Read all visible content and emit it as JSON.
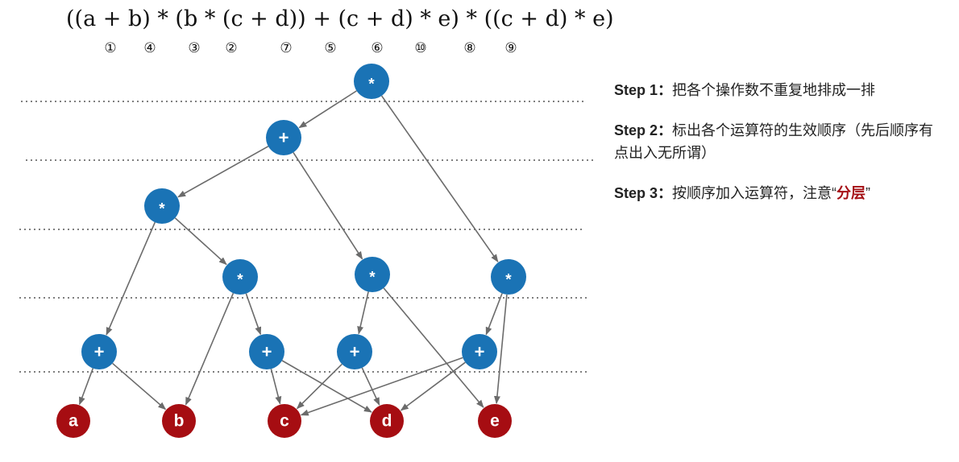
{
  "expression": {
    "text": "((a + b) * (b * (c + d)) + (c + d) * e) * ((c + d) * e)"
  },
  "order_numbers": [
    "①",
    "④",
    "③",
    "②",
    "⑦",
    "⑤",
    "⑥",
    "⑩",
    "⑧",
    "⑨"
  ],
  "steps": [
    {
      "label": "Step 1：",
      "text": "把各个操作数不重复地排成一排",
      "highlight": "",
      "suffix": ""
    },
    {
      "label": "Step 2：",
      "text": "标出各个运算符的生效顺序（先后顺序有点出入无所谓）",
      "highlight": "",
      "suffix": ""
    },
    {
      "label": "Step 3：",
      "text": "按顺序加入运算符，注意“",
      "highlight": "分层",
      "suffix": "”"
    }
  ],
  "graph": {
    "nodes": [
      {
        "id": "root",
        "label": "*",
        "kind": "operator"
      },
      {
        "id": "plus_top",
        "label": "+",
        "kind": "operator"
      },
      {
        "id": "mul_left",
        "label": "*",
        "kind": "operator"
      },
      {
        "id": "mul_mid",
        "label": "*",
        "kind": "operator"
      },
      {
        "id": "mul_cd_e",
        "label": "*",
        "kind": "operator"
      },
      {
        "id": "mul_right",
        "label": "*",
        "kind": "operator"
      },
      {
        "id": "plus_ab",
        "label": "+",
        "kind": "operator"
      },
      {
        "id": "plus_cd1",
        "label": "+",
        "kind": "operator"
      },
      {
        "id": "plus_cd2",
        "label": "+",
        "kind": "operator"
      },
      {
        "id": "plus_cd3",
        "label": "+",
        "kind": "operator"
      },
      {
        "id": "a",
        "label": "a",
        "kind": "operand"
      },
      {
        "id": "b",
        "label": "b",
        "kind": "operand"
      },
      {
        "id": "c",
        "label": "c",
        "kind": "operand"
      },
      {
        "id": "d",
        "label": "d",
        "kind": "operand"
      },
      {
        "id": "e",
        "label": "e",
        "kind": "operand"
      }
    ],
    "edges": [
      [
        "root",
        "plus_top"
      ],
      [
        "root",
        "mul_right"
      ],
      [
        "plus_top",
        "mul_left"
      ],
      [
        "plus_top",
        "mul_cd_e"
      ],
      [
        "mul_left",
        "plus_ab"
      ],
      [
        "mul_left",
        "mul_mid"
      ],
      [
        "mul_mid",
        "b"
      ],
      [
        "mul_mid",
        "plus_cd1"
      ],
      [
        "mul_cd_e",
        "plus_cd2"
      ],
      [
        "mul_cd_e",
        "e"
      ],
      [
        "mul_right",
        "plus_cd3"
      ],
      [
        "mul_right",
        "e"
      ],
      [
        "plus_ab",
        "a"
      ],
      [
        "plus_ab",
        "b"
      ],
      [
        "plus_cd1",
        "c"
      ],
      [
        "plus_cd1",
        "d"
      ],
      [
        "plus_cd2",
        "c"
      ],
      [
        "plus_cd2",
        "d"
      ],
      [
        "plus_cd3",
        "c"
      ],
      [
        "plus_cd3",
        "d"
      ]
    ]
  },
  "colors": {
    "operator": "#1a73b5",
    "operand": "#a60d12",
    "edge": "#6b6b6b",
    "divider": "#555555"
  }
}
